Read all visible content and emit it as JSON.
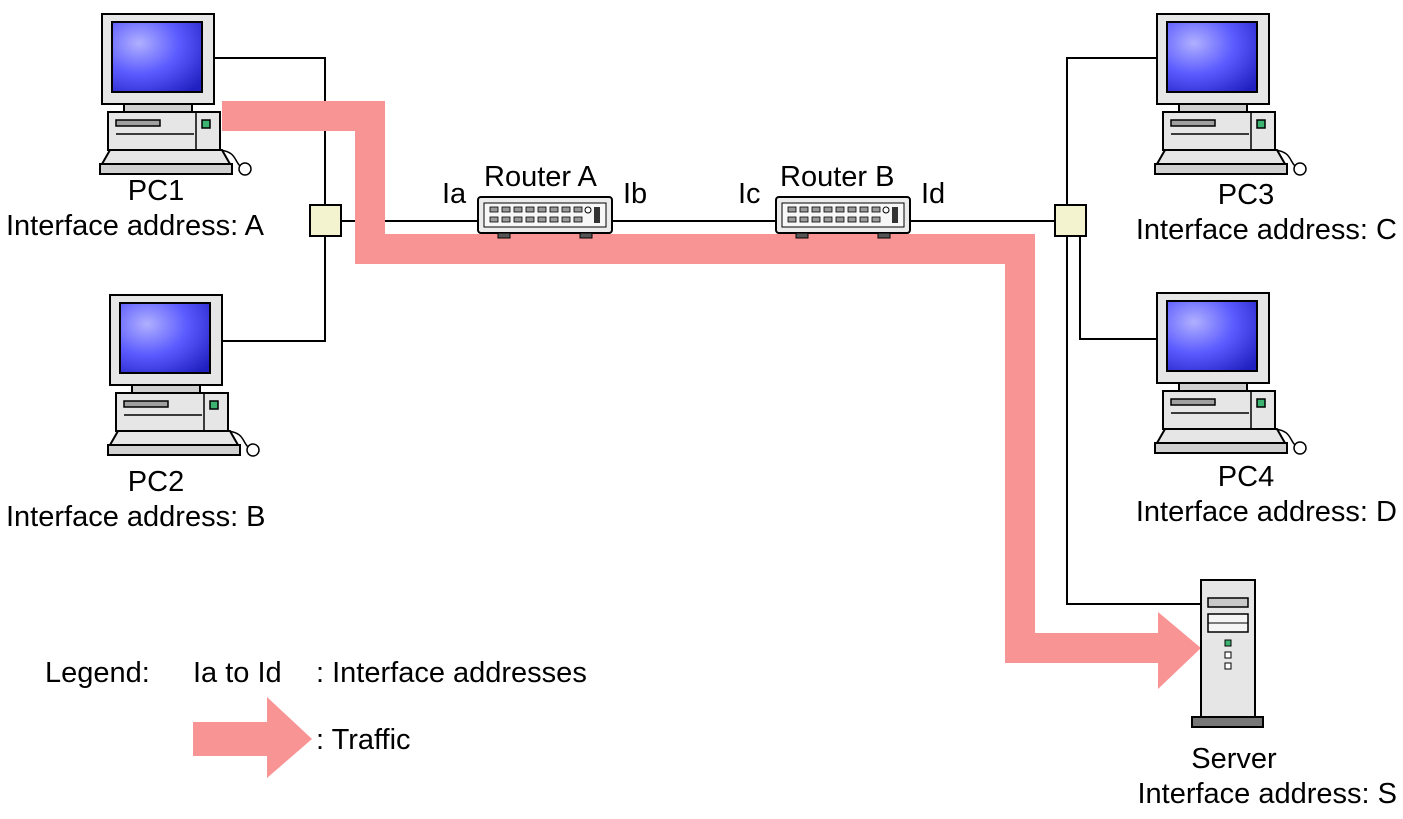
{
  "nodes": {
    "pc1": {
      "name": "PC1",
      "address": "Interface address: A"
    },
    "pc2": {
      "name": "PC2",
      "address": "Interface address: B"
    },
    "pc3": {
      "name": "PC3",
      "address": "Interface address: C"
    },
    "pc4": {
      "name": "PC4",
      "address": "Interface address: D"
    },
    "server": {
      "name": "Server",
      "address": "Interface address: S"
    },
    "router_a": {
      "name": "Router A",
      "left_if": "Ia",
      "right_if": "Ib"
    },
    "router_b": {
      "name": "Router B",
      "left_if": "Ic",
      "right_if": "Id"
    }
  },
  "legend": {
    "title": "Legend:",
    "interfaces_key": "Ia to Id",
    "interfaces_desc": ": Interface addresses",
    "traffic_desc": ": Traffic"
  },
  "colors": {
    "traffic": "#f99495",
    "hub": "#f3f3cf",
    "screen": "#5050ff",
    "case": "#e6e6e6",
    "line": "#000000"
  }
}
